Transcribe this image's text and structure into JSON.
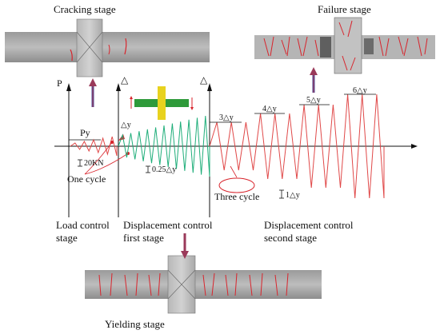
{
  "captions": {
    "cracking": "Cracking stage",
    "failure": "Failure stage",
    "yielding": "Yielding stage"
  },
  "axis": {
    "p": "P",
    "delta1": "△",
    "delta2": "△"
  },
  "labels": {
    "py": "Py",
    "dy": "△y",
    "kn": "20KN",
    "one_cycle": "One cycle",
    "quarter_dy": "0.25△y",
    "three_cycle": "Three cycle",
    "one_dy": "1△y",
    "m3": "3△y",
    "m4": "4△y",
    "m5": "5△y",
    "m6": "6△y"
  },
  "stages": {
    "load_1": "Load control",
    "load_2": "stage",
    "disp1_1": "Displacement control",
    "disp1_2": "first stage",
    "disp2_1": "Displacement control",
    "disp2_2": "second stage"
  },
  "colors": {
    "load_wave": "#e04848",
    "green_wave": "#1fae7a",
    "red_wave": "#e04848",
    "arrow_up": "#7a2e7a",
    "arrow_down": "#9a3a5a",
    "crack": "#d8242c",
    "beam": "#2e9a3a",
    "column": "#e8d21e"
  }
}
